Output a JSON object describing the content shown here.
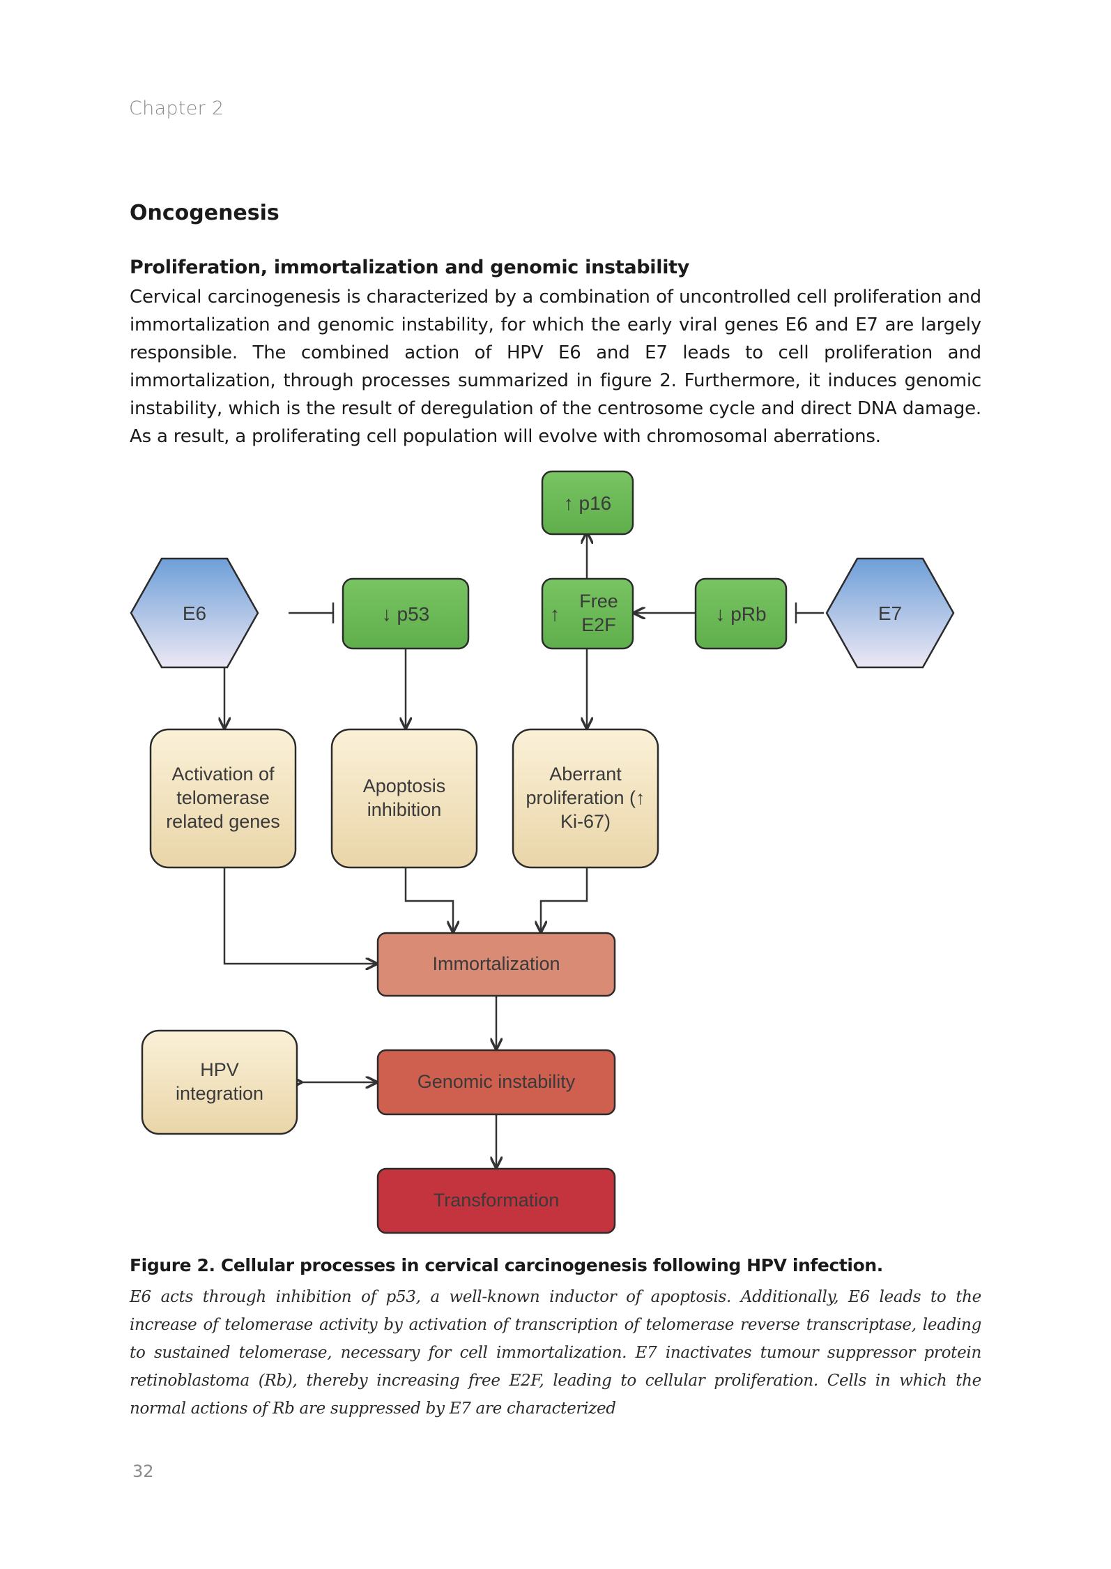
{
  "header": {
    "chapter": "Chapter 2"
  },
  "section": {
    "title": "Oncogenesis"
  },
  "subsection": {
    "title": "Proliferation, immortalization and genomic instability",
    "body": "Cervical carcinogenesis is characterized by a combination of uncontrolled cell proliferation and immortalization and genomic instability, for which the early viral genes E6 and E7 are largely responsible. The combined action of HPV E6 and E7 leads to cell proliferation and immortalization, through processes summarized in figure 2. Furthermore, it induces genomic instability, which is the result of deregulation of the centrosome cycle and direct DNA damage. As a result, a proliferating cell population will evolve with chromosomal aberrations."
  },
  "figure": {
    "nodes": {
      "e6": "E6",
      "e7": "E7",
      "p16": "↑ p16",
      "p53": "↓ p53",
      "free_e2f_arrow": "↑",
      "free_e2f": "Free E2F",
      "prb": "↓ pRb",
      "telomerase": "Activation of telomerase related genes",
      "apoptosis": "Apoptosis inhibition",
      "aberrant": "Aberrant proliferation (↑ Ki-67)",
      "immortalization": "Immortalization",
      "hpv_integration": "HPV integration",
      "genomic_instability": "Genomic instability",
      "transformation": "Transformation"
    },
    "colors": {
      "green_box": "#6db858",
      "cream_box": "#f7e6c0",
      "immortalization": "#d98b76",
      "genomic_instability": "#cf5f4f",
      "transformation": "#c4343e",
      "hexagon_top": "#6e9fd8",
      "hexagon_bottom": "#ece8f4"
    }
  },
  "caption": {
    "title": "Figure 2. Cellular processes in cervical carcinogenesis following HPV infection.",
    "body": "E6 acts through inhibition of p53, a well-known inductor of apoptosis. Additionally, E6 leads to the increase of telomerase activity by activation of transcription of telomerase reverse transcriptase, leading to sustained telomerase, necessary for cell immortalization. E7 inactivates tumour suppressor protein retinoblastoma (Rb), thereby increasing free E2F, leading to cellular proliferation. Cells in which the normal actions of Rb are suppressed by E7 are characterized"
  },
  "footer": {
    "page_number": "32"
  }
}
